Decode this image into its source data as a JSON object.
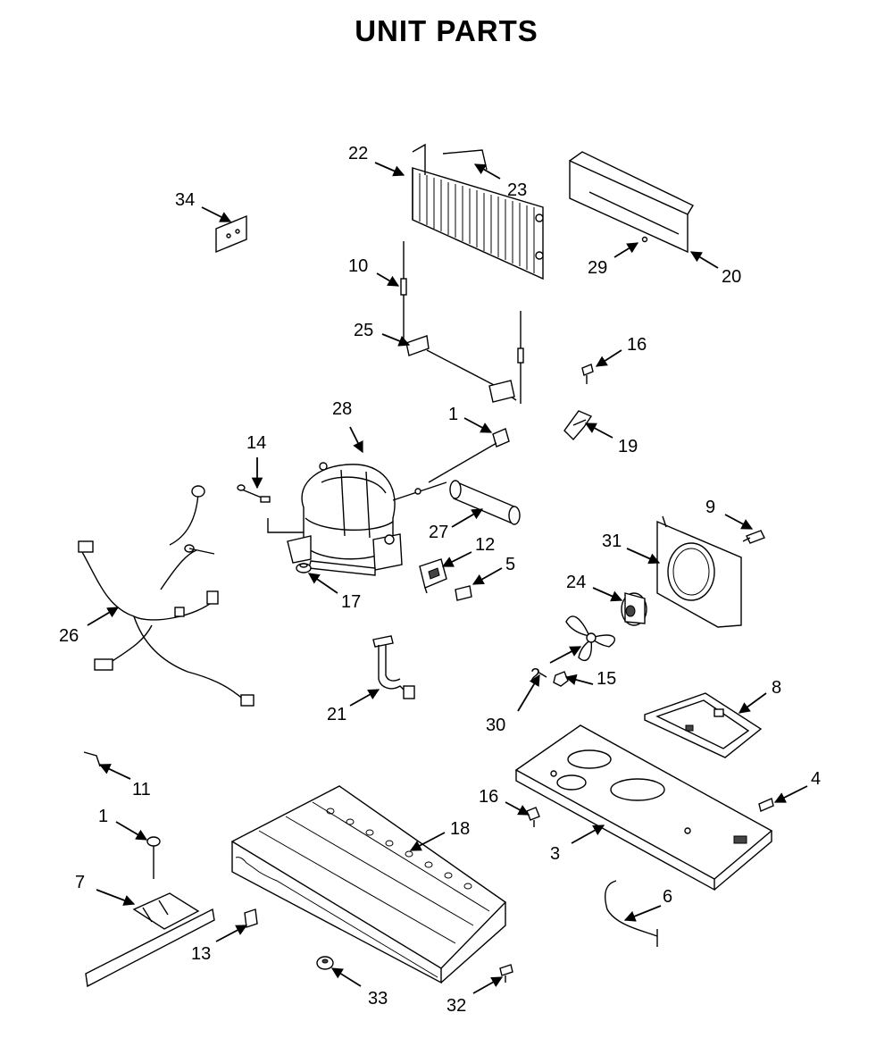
{
  "title": "UNIT PARTS",
  "callouts": [
    {
      "part": "part-22",
      "label": "22"
    },
    {
      "part": "part-23",
      "label": "23"
    },
    {
      "part": "part-34",
      "label": "34"
    },
    {
      "part": "part-10",
      "label": "10"
    },
    {
      "part": "part-29",
      "label": "29"
    },
    {
      "part": "part-20",
      "label": "20"
    },
    {
      "part": "part-25",
      "label": "25"
    },
    {
      "part": "part-16a",
      "label": "16"
    },
    {
      "part": "part-28",
      "label": "28"
    },
    {
      "part": "part-1a",
      "label": "1"
    },
    {
      "part": "part-19",
      "label": "19"
    },
    {
      "part": "part-14",
      "label": "14"
    },
    {
      "part": "part-9",
      "label": "9"
    },
    {
      "part": "part-27",
      "label": "27"
    },
    {
      "part": "part-31",
      "label": "31"
    },
    {
      "part": "part-12",
      "label": "12"
    },
    {
      "part": "part-5",
      "label": "5"
    },
    {
      "part": "part-24",
      "label": "24"
    },
    {
      "part": "part-17",
      "label": "17"
    },
    {
      "part": "part-26",
      "label": "26"
    },
    {
      "part": "part-2",
      "label": "2"
    },
    {
      "part": "part-15",
      "label": "15"
    },
    {
      "part": "part-8",
      "label": "8"
    },
    {
      "part": "part-21",
      "label": "21"
    },
    {
      "part": "part-30",
      "label": "30"
    },
    {
      "part": "part-11",
      "label": "11"
    },
    {
      "part": "part-4",
      "label": "4"
    },
    {
      "part": "part-16b",
      "label": "16"
    },
    {
      "part": "part-1b",
      "label": "1"
    },
    {
      "part": "part-18",
      "label": "18"
    },
    {
      "part": "part-3",
      "label": "3"
    },
    {
      "part": "part-7",
      "label": "7"
    },
    {
      "part": "part-6",
      "label": "6"
    },
    {
      "part": "part-13",
      "label": "13"
    },
    {
      "part": "part-33",
      "label": "33"
    },
    {
      "part": "part-32",
      "label": "32"
    }
  ]
}
